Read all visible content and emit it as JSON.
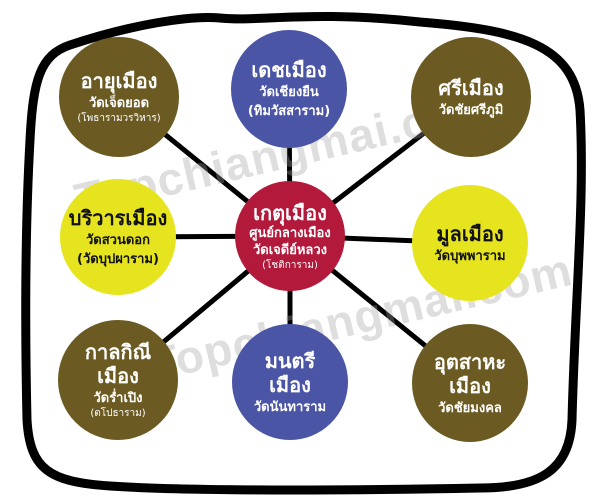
{
  "watermark": "Topchiangmai.com",
  "colors": {
    "brown": "#6b5a22",
    "blue": "#4b55a6",
    "yellow": "#e6e41e",
    "red": "#b3193b"
  },
  "center": {
    "title": "เกตุเมือง",
    "line1": "ศูนย์กลางเมือง",
    "line2": "วัดเจดีย์หลวง",
    "paren": "(โชติการาม)"
  },
  "nodes": {
    "ayu": {
      "title": "อายุเมือง",
      "temple": "วัดเจ็ดยอด",
      "paren": "(โพธารามวรวิหาร)"
    },
    "det": {
      "title": "เดชเมือง",
      "temple": "วัดเชียงยืน",
      "paren": "(ทิมวัสสาราม)"
    },
    "sri": {
      "title": "ศรีเมือง",
      "temple": "วัดชัยศรีภูมิ"
    },
    "boriwan": {
      "title": "บริวารเมือง",
      "temple": "วัดสวนดอก",
      "paren": "(วัดบุปผาราม)"
    },
    "mun": {
      "title": "มูลเมือง",
      "temple": "วัดบุพพาราม"
    },
    "kalakini": {
      "title": "กาลกิณี",
      "title2": "เมือง",
      "temple": "วัดร่ำเปิง",
      "paren": "(ตโปธาราม)"
    },
    "montri": {
      "title": "มนตรี",
      "title2": "เมือง",
      "temple": "วัดนันทาราม"
    },
    "utsaha": {
      "title": "อุตสาหะ",
      "title2": "เมือง",
      "temple": "วัดชัยมงคล"
    }
  }
}
